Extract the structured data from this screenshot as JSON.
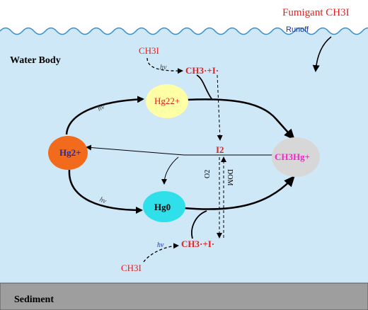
{
  "colors": {
    "water": "#cfe8f7",
    "sediment": "#9e9e9e",
    "wave": "#3a8fc8",
    "red_text": "#e02020",
    "blue_text": "#1a2fb0",
    "magenta": "#ff1ed0",
    "hg2_node": "#f26b1d",
    "hg22_node": "#ffffa6",
    "hg0_node": "#2fe0ea",
    "ch3hg_node": "#d7d7d7"
  },
  "labels": {
    "fumigant": "Fumigant CH3I",
    "runoff": "Runoff",
    "water_body": "Water Body",
    "sediment": "Sediment",
    "top_source": "CH3I",
    "top_products": "CH3·+I·",
    "bottom_source": "CH3I",
    "bottom_products": "CH3·+I·",
    "hv_top": "hv",
    "hv_left_upper": "hv",
    "hv_left_lower": "hv",
    "hv_bottom": "hv",
    "iodine": "I2",
    "o2": "O2",
    "dom": "DOM"
  },
  "nodes": {
    "hg2": "Hg2+",
    "hg22": "Hg22+",
    "hg0": "Hg0",
    "ch3hg": "CH3Hg+"
  }
}
